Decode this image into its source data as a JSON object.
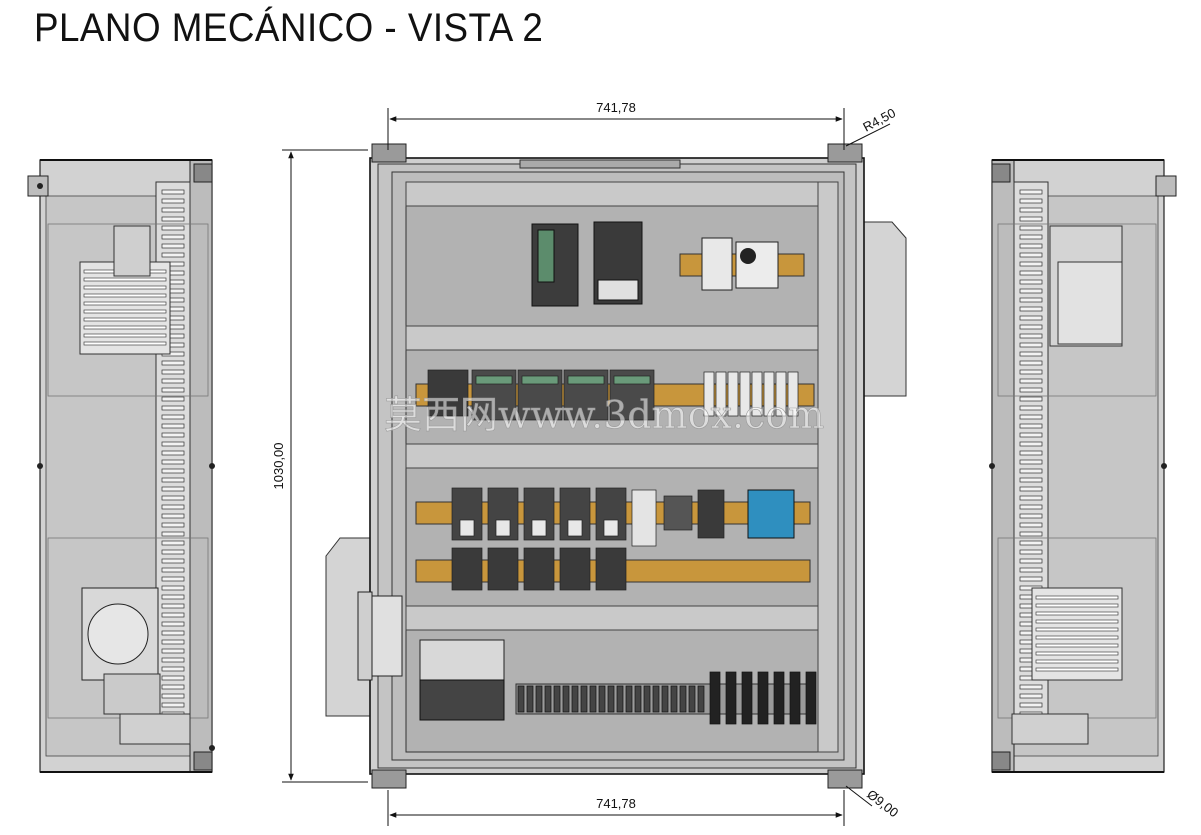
{
  "title": "PLANO MECÁNICO - VISTA 2",
  "dimensions": {
    "width_top": "741,78",
    "width_bottom": "741,78",
    "height": "1030,00",
    "radius": "R4,50",
    "hole": "Ø9,00"
  },
  "watermark": "莫西网www.3dmox.com",
  "colors": {
    "panel": "#c8c8c8",
    "backplate": "#b4b4b4",
    "din_rail": "#c8963c",
    "component_dark": "#3c3c3c",
    "accent_blue": "#2f8fbf"
  }
}
